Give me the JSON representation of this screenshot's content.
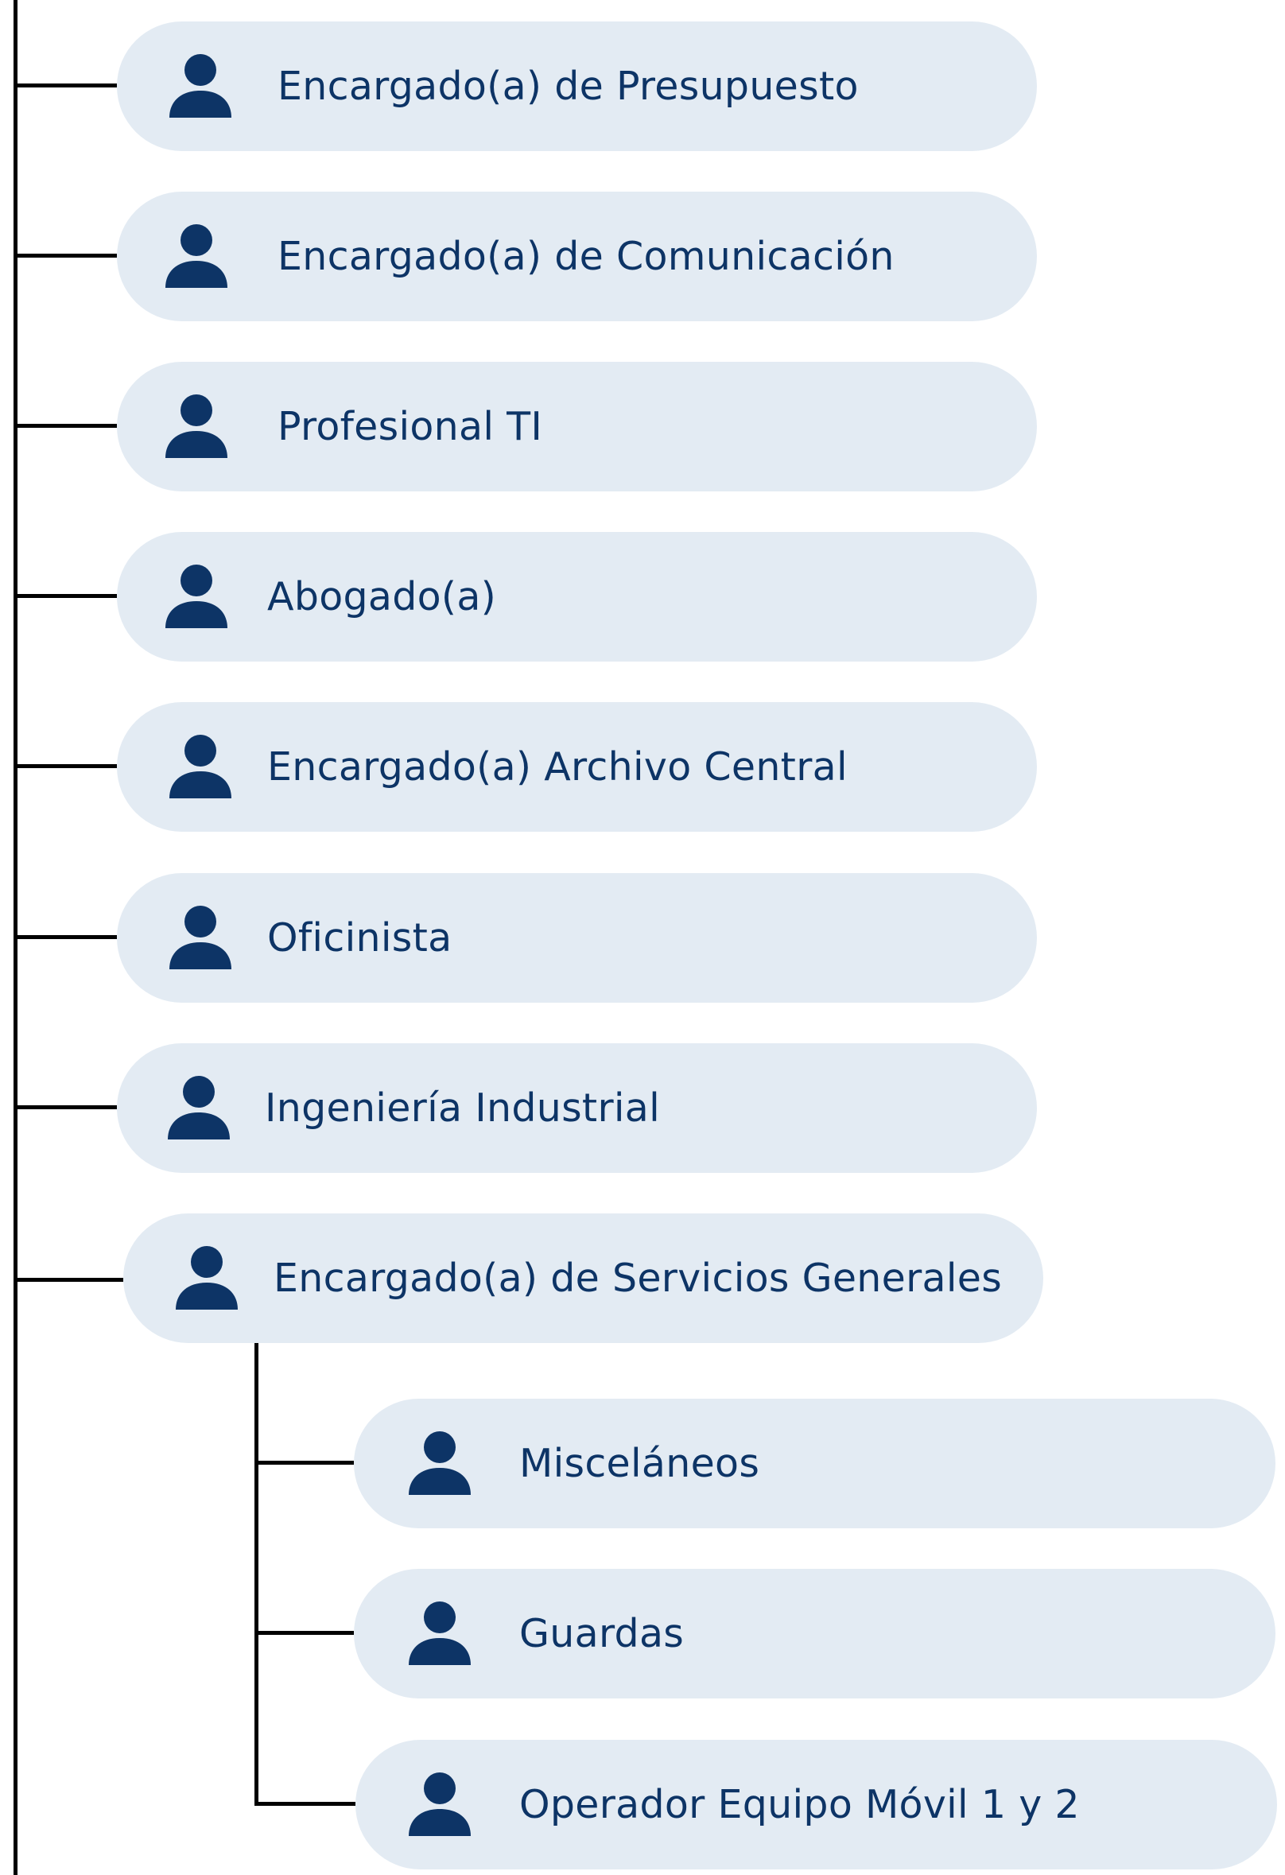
{
  "colors": {
    "node_fill": "#e3ebf3",
    "text": "#0d3466",
    "icon": "#0d3466",
    "connector": "#000000"
  },
  "icon_name": "person-icon",
  "main_nodes": [
    {
      "label": "Encargado(a)  de Presupuesto"
    },
    {
      "label": "Encargado(a) de Comunicación"
    },
    {
      "label": "Profesional TI"
    },
    {
      "label": "Abogado(a)"
    },
    {
      "label": "Encargado(a) Archivo Central"
    },
    {
      "label": "Oficinista"
    },
    {
      "label": "Ingeniería Industrial"
    },
    {
      "label": "Encargado(a) de Servicios Generales"
    }
  ],
  "sub_nodes": [
    {
      "label": "Misceláneos"
    },
    {
      "label": "Guardas"
    },
    {
      "label": "Operador Equipo Móvil 1 y 2"
    }
  ]
}
